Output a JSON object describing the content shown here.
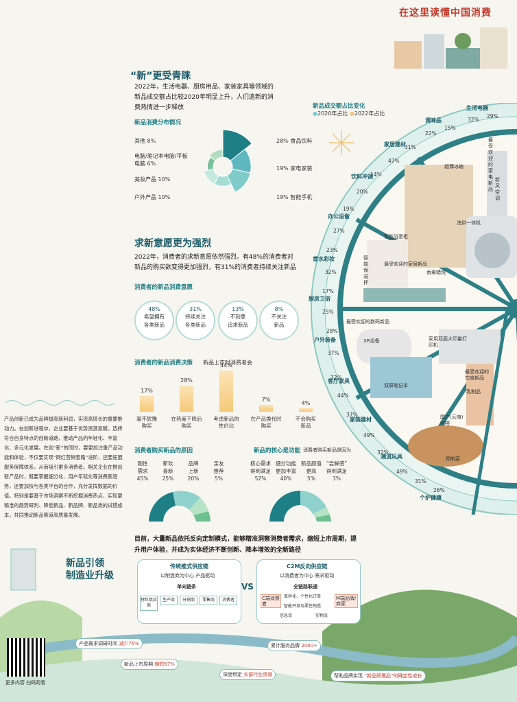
{
  "banner": {
    "title_a": "在这里读懂",
    "title_b": "中国消费"
  },
  "sec1": {
    "title": "“新”更受青睐",
    "para": "2022年，生活电器、厨房用品、家装家具等领域的新品成交额占比较2020年明显上升，人们追新的消费热情进一步释放",
    "dist_title": "新品消费分布情况",
    "segments": [
      {
        "label": "28% 食品饮料",
        "value": 28,
        "color": "#1f7f86"
      },
      {
        "label": "19% 家电家装",
        "value": 19,
        "color": "#5fb8bf"
      },
      {
        "label": "19% 智能手机",
        "value": 19,
        "color": "#7fcbc9"
      },
      {
        "label": "户外产品 10%",
        "value": 10,
        "color": "#a5dcd4"
      },
      {
        "label": "美妆产品 10%",
        "value": 10,
        "color": "#c6e8de"
      },
      {
        "label": "电脑/笔记本电脑/平板电脑 6%",
        "value": 6,
        "color": "#78c19a"
      },
      {
        "label": "其他 8%",
        "value": 8,
        "color": "#b2dcc0"
      }
    ],
    "wheel_legend_title": "新品成交额占比变化",
    "wheel_legend_a": "2020年占比",
    "wheel_legend_b": "2022年占比"
  },
  "sec2": {
    "title": "求新意愿更为强烈",
    "para": "2022年，消费者的求新意愿依然强烈。有48%的消费者对新品的购买欲变得更加强烈，有31%的消费者持续关注新品",
    "willing_title": "消费者的新品消费意愿",
    "circles": [
      {
        "pct": "48%",
        "lbl1": "希望拥有",
        "lbl2": "各类新品"
      },
      {
        "pct": "31%",
        "lbl1": "持续关注",
        "lbl2": "各类新品"
      },
      {
        "pct": "13%",
        "lbl1": "不刻意",
        "lbl2": "追求新品"
      },
      {
        "pct": "8%",
        "lbl1": "不关注",
        "lbl2": "新品"
      }
    ],
    "decision_title": "消费者的新品消费决策",
    "decision_sub": "新品上市时消费者会",
    "bars": [
      {
        "val": "17%",
        "v": 17,
        "l1": "毫不犹豫",
        "l2": "购买"
      },
      {
        "val": "28%",
        "v": 28,
        "l1": "在热度下降后",
        "l2": "购买"
      },
      {
        "val": "44%",
        "v": 44,
        "l1": "考虑新品的",
        "l2": "性价比"
      },
      {
        "val": "7%",
        "v": 7,
        "l1": "在产品换代时",
        "l2": "购买"
      },
      {
        "val": "4%",
        "v": 4,
        "l1": "不会购买",
        "l2": "新品"
      }
    ],
    "reason_title": "消费者购买新品的原因",
    "reasons": [
      {
        "l1": "刚性",
        "l2": "需求",
        "v": "45%"
      },
      {
        "l1": "新欢",
        "l2": "喜新",
        "v": "25%"
      },
      {
        "l1": "品牌",
        "l2": "上新",
        "v": "20%"
      },
      {
        "l1": "亲友",
        "l2": "推荐",
        "v": "5%"
      }
    ],
    "core_title": "新品的核心是功能",
    "core_sub": "消费者购买新品是因为",
    "cores": [
      {
        "l1": "核心需求",
        "l2": "得到满足",
        "v": "52%"
      },
      {
        "l1": "细分功能",
        "l2": "更加丰富",
        "v": "40%"
      },
      {
        "l1": "新品颜值",
        "l2": "更高",
        "v": "5%"
      },
      {
        "l1": "“尝鲜感”",
        "l2": "得到满足",
        "v": "3%"
      }
    ]
  },
  "wheel": {
    "categories": [
      {
        "name": "生活电器",
        "a": "32%",
        "b": "29%"
      },
      {
        "name": "调味品",
        "a": "22%",
        "b": "15%"
      },
      {
        "name": "家居建材",
        "a": "47%",
        "b": "31%"
      },
      {
        "name": "饮料冲调",
        "a": "20%",
        "b": "14%"
      },
      {
        "name": "办公设备",
        "a": "27%",
        "b": "19%"
      },
      {
        "name": "香水彩妆",
        "a": "32%",
        "b": "23%"
      },
      {
        "name": "厨房卫浴",
        "a": "25%",
        "b": "17%"
      },
      {
        "name": "户外装备",
        "a": "37%",
        "b": "28%"
      },
      {
        "name": "客厅家具",
        "a": "44%",
        "b": "32%"
      },
      {
        "name": "家装建材",
        "a": "49%",
        "b": "37%"
      },
      {
        "name": "潮流玩具",
        "a": "49%",
        "b": "32%"
      },
      {
        "name": "个护健康",
        "a": "31%",
        "b": "26%"
      }
    ],
    "items": {
      "fridge": "超薄冰箱",
      "aircon": "新风空调",
      "washer": "洗烘一体机",
      "cabinet": "智能浴室柜",
      "cup": "智能保温杯",
      "candle": "香薰蜡烛",
      "xr": "XR设备",
      "printer": "家用双面大印量打印机",
      "laptop": "双屏笔记本",
      "milk": "乳制品",
      "coffee": "国产(云南)咖啡",
      "dish": "预制菜",
      "tag_home": "最受欢迎的家居新品",
      "tag_digital": "最受欢迎的数码新品",
      "tag_appliance": "最受欢迎的家电新品",
      "tag_food": "最受欢迎的饮食新品"
    }
  },
  "left_text": "产品创新已成为品牌拔高新利润，实现高增长的重要推动力。在创新进程中，企业要基于优势资源禀赋，选择符合自身特点的创新道路，推动产品向年轻化、丰富化、多元化发展。在创“新”的同时，要更加注重产品功能和体验，不仅要实现“网红营销套路”进阶，还要拓展服务保障体系，从而吸引更多消费者。相关企业在推出新产品时，既要掌握细分化、用户年轻化等消费新趋势，还要加快与各类平台的合作，充分发挥数据的价值。特别是要基于市场洞察不断挖掘消费热点，实现更精准的趋势研判、降低新品、新品牌、新品类的试错成本，共同推动新品赛道高质量发展。",
  "bottom": {
    "heading1": "新品引领",
    "heading2": "制造业升级",
    "para": "目前，大量新品依托反向定制模式，能够精准洞察消费者需求，缩短上市周期，提升用户体验，并成为实体经济不断创新、降本增效的全新路径",
    "trad_title": "传统推式供应链",
    "trad_sub": "以制造商为中心 产品驱动",
    "trad_chain": "单向链条",
    "trad_nodes": [
      "材料供应商",
      "生产商",
      "分销商",
      "零售商",
      "消费者"
    ],
    "vs": "VS",
    "c2m_title": "C2M反向供应链",
    "c2m_sub": "以消费者为中心 需求驱动",
    "c2m_chain": "全链路联通",
    "c2m_left": "C端消费者",
    "c2m_right": "M端品牌/商家",
    "c2m_mid1": "差异化、个性化订单",
    "c2m_mid2": "智能开发与柔性制造",
    "c2m_flow1": "信息流",
    "c2m_flow2": "实物流",
    "chips": [
      {
        "k": "产品需求调研时间",
        "v": "减少75%"
      },
      {
        "k": "累计服务品牌",
        "v": "2000+"
      },
      {
        "k": "新品上市周期",
        "v": "缩短67%"
      },
      {
        "k": "深度绑定",
        "v": "头部行业资源"
      },
      {
        "k": "帮助品牌实现",
        "v": "“新品即爆品”的确定性成长"
      }
    ],
    "qr_caption": "更多内容 扫码观看"
  }
}
